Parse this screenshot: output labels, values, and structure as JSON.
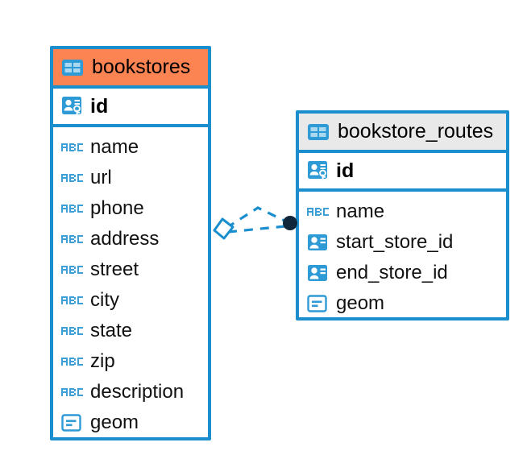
{
  "diagram": {
    "type": "entity-relationship-diagram",
    "background_color": "#ffffff",
    "accent_color": "#1b8ece",
    "highlight_color": "#fc8352",
    "header_gray": "#e9e9e9"
  },
  "tables": [
    {
      "name": "bookstores",
      "title": "bookstores",
      "header_style": "orange",
      "table_icon": "table-grid-icon",
      "primary_key": {
        "label": "id",
        "icon": "primary-key-icon"
      },
      "fields": [
        {
          "label": "name",
          "icon": "abc-text-icon"
        },
        {
          "label": "url",
          "icon": "abc-text-icon"
        },
        {
          "label": "phone",
          "icon": "abc-text-icon"
        },
        {
          "label": "address",
          "icon": "abc-text-icon"
        },
        {
          "label": "street",
          "icon": "abc-text-icon"
        },
        {
          "label": "city",
          "icon": "abc-text-icon"
        },
        {
          "label": "state",
          "icon": "abc-text-icon"
        },
        {
          "label": "zip",
          "icon": "abc-text-icon"
        },
        {
          "label": "description",
          "icon": "abc-text-icon"
        },
        {
          "label": "geom",
          "icon": "geometry-icon"
        }
      ]
    },
    {
      "name": "bookstore_routes",
      "title": "bookstore_routes",
      "header_style": "gray",
      "table_icon": "table-grid-icon",
      "primary_key": {
        "label": "id",
        "icon": "primary-key-icon"
      },
      "fields": [
        {
          "label": "name",
          "icon": "abc-text-icon"
        },
        {
          "label": "start_store_id",
          "icon": "foreign-key-icon"
        },
        {
          "label": "end_store_id",
          "icon": "foreign-key-icon"
        },
        {
          "label": "geom",
          "icon": "geometry-icon"
        }
      ]
    }
  ],
  "relationship": {
    "source_endpoint": "diamond-endpoint",
    "target_endpoint": "filled-circle-endpoint",
    "line_style": "dashed",
    "line_color": "#1b8ece",
    "target_endpoint_color": "#10263a"
  }
}
